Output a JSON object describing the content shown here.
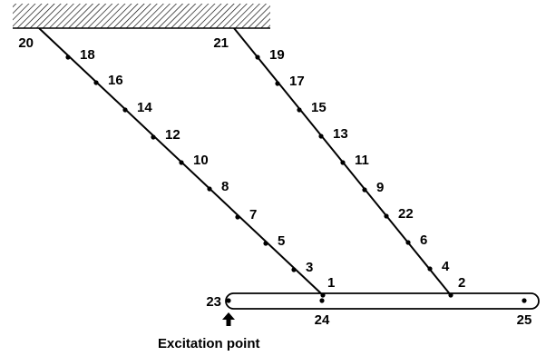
{
  "support": {
    "pattern": "diagonal-hatch",
    "color": "#000000"
  },
  "nodes": [
    {
      "id": "n20",
      "label": "20",
      "anchor": "end"
    },
    {
      "id": "n18",
      "label": "18"
    },
    {
      "id": "n16",
      "label": "16"
    },
    {
      "id": "n14",
      "label": "14"
    },
    {
      "id": "n12",
      "label": "12"
    },
    {
      "id": "n10",
      "label": "10"
    },
    {
      "id": "n8",
      "label": "8"
    },
    {
      "id": "n7",
      "label": "7"
    },
    {
      "id": "n5",
      "label": "5"
    },
    {
      "id": "n3",
      "label": "3"
    },
    {
      "id": "n1",
      "label": "1"
    },
    {
      "id": "n21",
      "label": "21",
      "anchor": "end"
    },
    {
      "id": "n19",
      "label": "19"
    },
    {
      "id": "n17",
      "label": "17"
    },
    {
      "id": "n15",
      "label": "15"
    },
    {
      "id": "n13",
      "label": "13"
    },
    {
      "id": "n11",
      "label": "11"
    },
    {
      "id": "n9",
      "label": "9"
    },
    {
      "id": "n22",
      "label": "22"
    },
    {
      "id": "n6",
      "label": "6"
    },
    {
      "id": "n4",
      "label": "4"
    },
    {
      "id": "n2",
      "label": "2"
    },
    {
      "id": "n23",
      "label": "23",
      "anchor": "end"
    },
    {
      "id": "n24",
      "label": "24",
      "anchor": "middle"
    },
    {
      "id": "n25",
      "label": "25",
      "anchor": "middle"
    }
  ],
  "members": [
    {
      "id": "strut-left",
      "from": "n20",
      "to": "n1"
    },
    {
      "id": "strut-right",
      "from": "n21",
      "to": "n2"
    }
  ],
  "plate": {
    "nodes": [
      "n23",
      "n24",
      "n25"
    ]
  },
  "excitation": {
    "label": "Excitation point",
    "node": "n23"
  }
}
